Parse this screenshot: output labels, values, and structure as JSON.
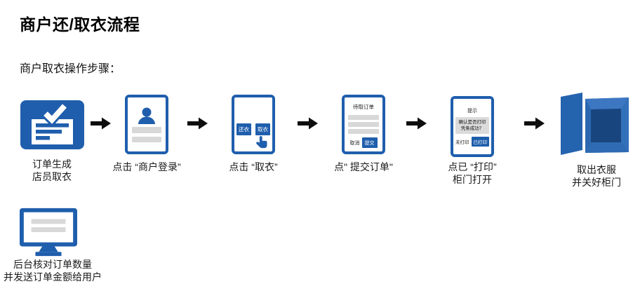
{
  "title": "商户还/取衣流程",
  "subtitle": "商户取衣操作步骤：",
  "colors": {
    "primary_blue": "#1F5EAC",
    "bar_gray": "#D8D8D8",
    "dialog_gray": "#DBDBDB",
    "arrow_black": "#0E0E0E",
    "locker_door": "#2463AE",
    "locker_top_bevel": "#3D77C2",
    "locker_interior": "#19457F"
  },
  "flow": {
    "steps": [
      {
        "name": "order-generated",
        "icon": "order-checklist-icon",
        "caption_lines": [
          "订单生成",
          "店员取衣"
        ]
      },
      {
        "name": "merchant-login",
        "icon": "login-screen-icon",
        "caption_lines": [
          "点击 “商户登录”"
        ]
      },
      {
        "name": "pick-clothes",
        "icon": "clothes-buttons-screen-icon",
        "caption_lines": [
          "点击 “取衣”"
        ],
        "screen": {
          "return_button": "还衣",
          "pick_button": "取衣"
        }
      },
      {
        "name": "submit-order",
        "icon": "order-list-screen-icon",
        "caption_lines": [
          "点\" 提交订单\""
        ],
        "screen": {
          "title": "待取订单",
          "cancel_button": "取消",
          "submit_button": "提交"
        }
      },
      {
        "name": "confirm-printed",
        "icon": "print-dialog-screen-icon",
        "caption_lines": [
          "点已 “打印”",
          "柜门打开"
        ],
        "screen": {
          "dialog_title": "提示",
          "message_lines": [
            "确认是否打印",
            "凭条成功？"
          ],
          "not_printed_button": "未打印",
          "printed_button": "已打印"
        }
      },
      {
        "name": "take-clothes",
        "icon": "open-locker-icon",
        "caption_lines": [
          "取出衣服",
          "并关好柜门"
        ]
      }
    ]
  },
  "backend_step": {
    "name": "backend-verify",
    "icon": "monitor-icon",
    "caption_lines": [
      "后台核对订单数量",
      "并发送订单金额给用户"
    ]
  }
}
